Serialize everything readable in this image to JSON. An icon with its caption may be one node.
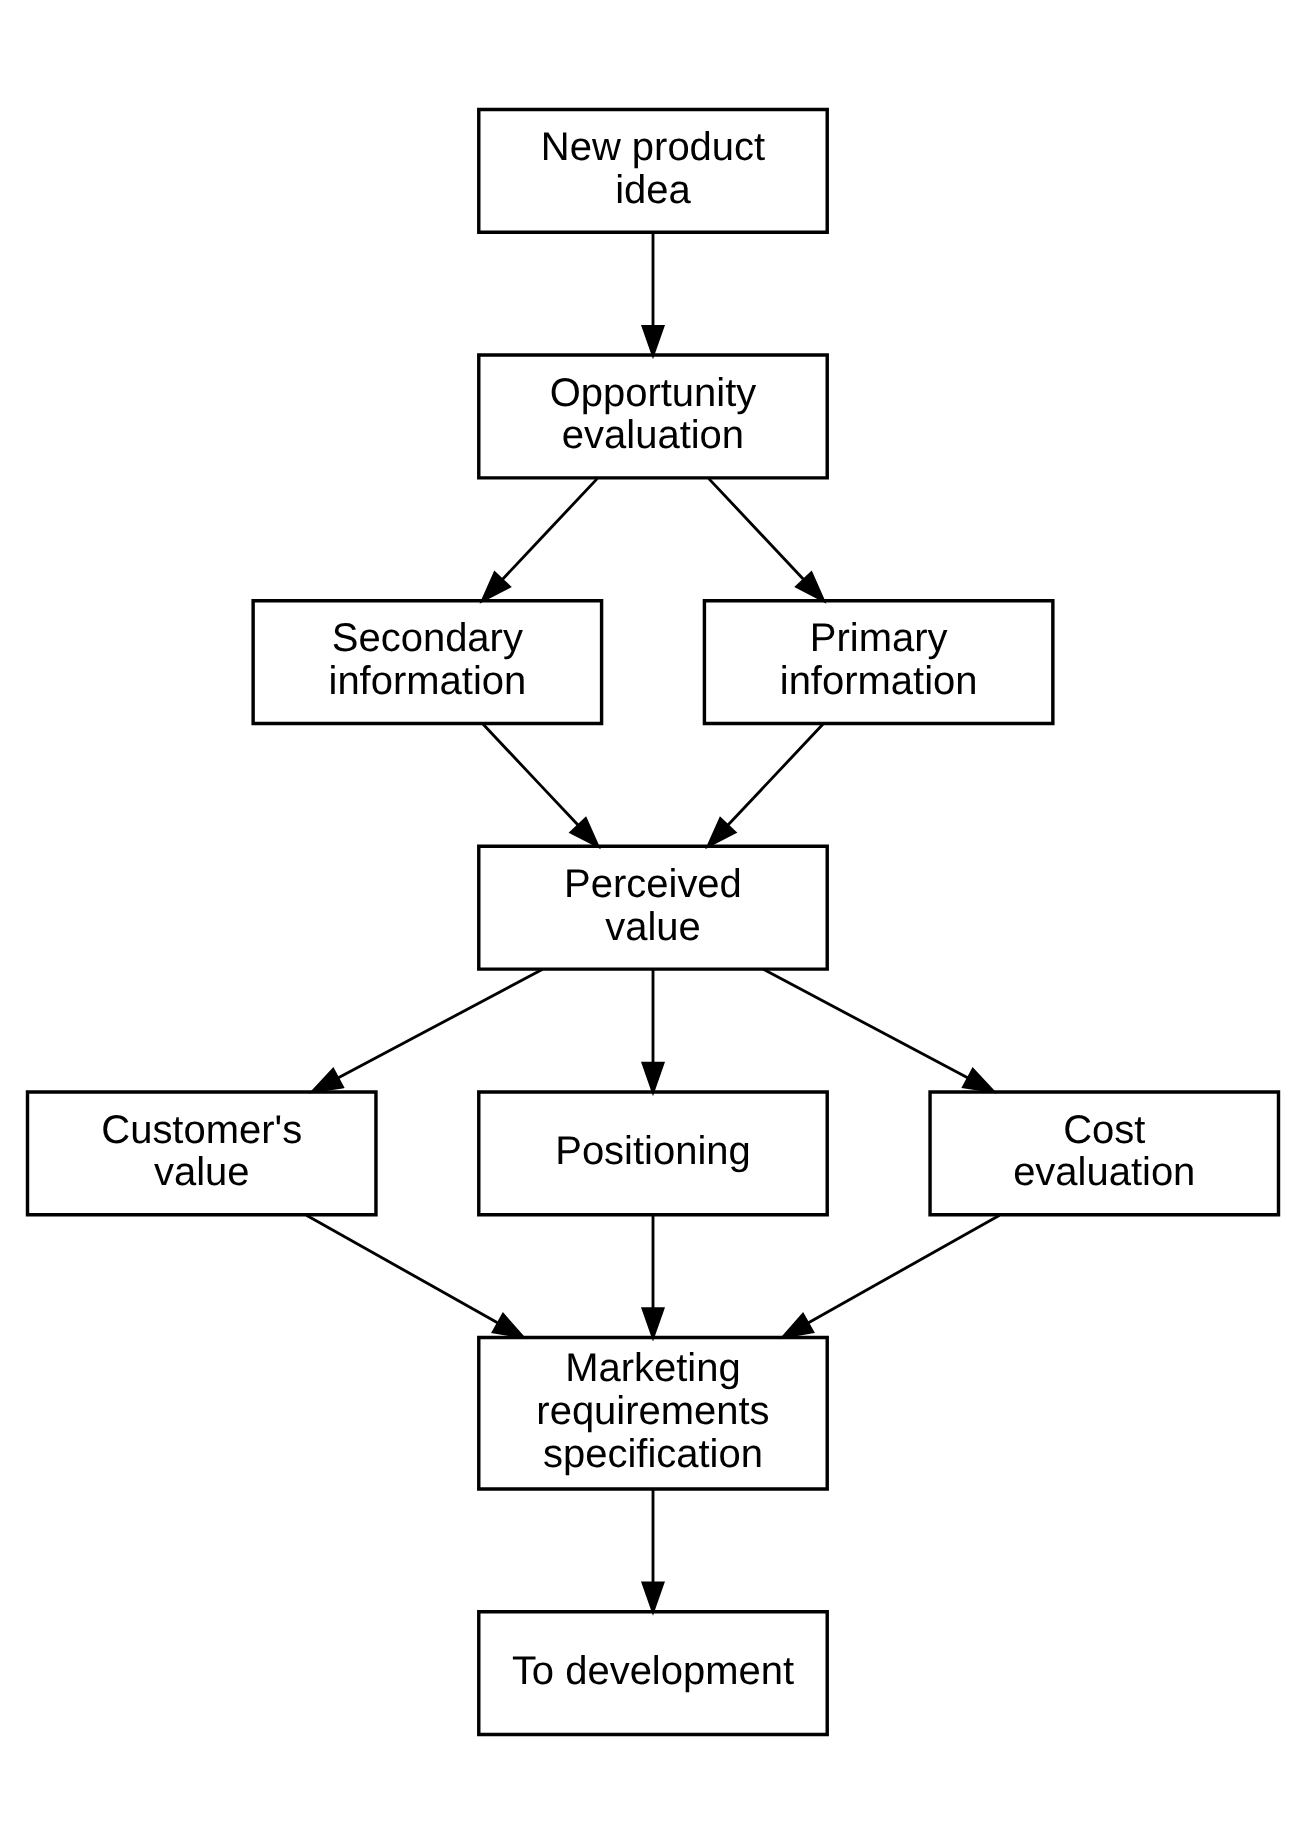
{
  "diagram": {
    "nodes": [
      {
        "text": [
          "New product idea"
        ]
      },
      {
        "text": [
          "Opportunity evaluation"
        ]
      },
      {
        "text": [
          "Secondary information"
        ]
      },
      {
        "text": [
          "Primary information"
        ]
      },
      {
        "text": [
          "Perceived value"
        ]
      },
      {
        "text": [
          "Customer's value"
        ]
      },
      {
        "text": [
          "Positioning"
        ]
      },
      {
        "text": [
          "Cost evaluation"
        ]
      },
      {
        "text": [
          "Marketing requirements specification"
        ]
      },
      {
        "text": [
          "To development"
        ]
      }
    ],
    "edges": [
      {
        "from": 0,
        "to": 1,
        "arrow": "to"
      },
      {
        "from": 1,
        "to": 2,
        "arrow": "to"
      },
      {
        "from": 1,
        "to": 3,
        "arrow": "to"
      },
      {
        "from": 2,
        "to": 4,
        "arrow": "to"
      },
      {
        "from": 3,
        "to": 4,
        "arrow": "to"
      },
      {
        "from": 4,
        "to": 5,
        "arrow": "to"
      },
      {
        "from": 4,
        "to": 6,
        "arrow": "to"
      },
      {
        "from": 4,
        "to": 7,
        "arrow": "to"
      },
      {
        "from": 5,
        "to": 8,
        "arrow": "to"
      },
      {
        "from": 6,
        "to": 8,
        "arrow": "to"
      },
      {
        "from": 7,
        "to": 8,
        "arrow": "to"
      },
      {
        "from": 8,
        "to": 9,
        "arrow": "to"
      }
    ]
  }
}
